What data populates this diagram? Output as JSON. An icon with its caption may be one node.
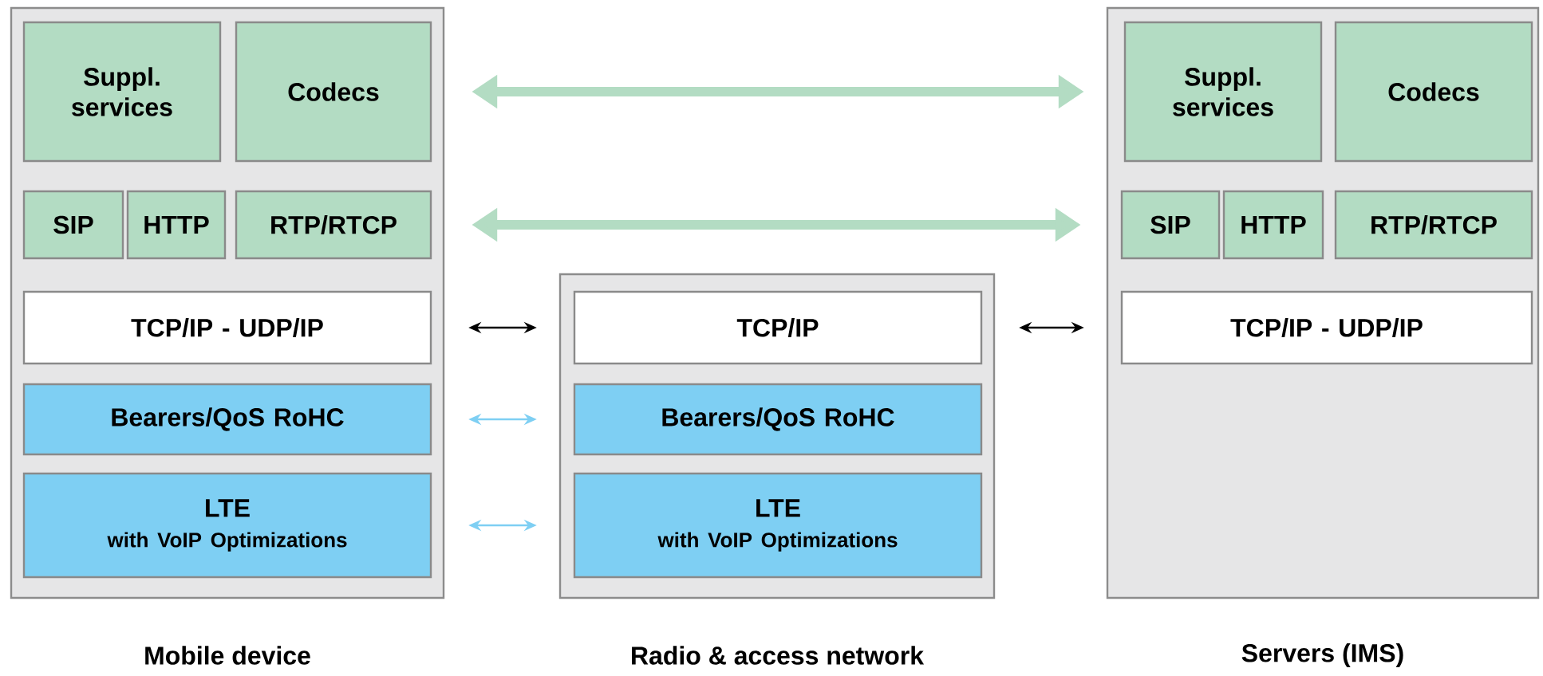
{
  "diagram": {
    "nodes": [
      {
        "text": [
          "Mobile device"
        ]
      },
      {
        "text": [
          "Suppl. services"
        ],
        "in": 0
      },
      {
        "text": [
          "Codecs"
        ],
        "in": 0
      },
      {
        "text": [
          "SIP"
        ],
        "in": 0
      },
      {
        "text": [
          "HTTP"
        ],
        "in": 0
      },
      {
        "text": [
          "RTP/RTCP"
        ],
        "in": 0
      },
      {
        "text": [
          "TCP/IP - UDP/IP"
        ],
        "in": 0
      },
      {
        "text": [
          "Bearers/QoS RoHC"
        ],
        "in": 0
      },
      {
        "text": [
          "LTE",
          "with VoIP Optimizations"
        ],
        "in": 0
      },
      {
        "text": [
          "Radio & access network"
        ]
      },
      {
        "text": [
          "TCP/IP"
        ],
        "in": 9
      },
      {
        "text": [
          "Bearers/QoS RoHC"
        ],
        "in": 9
      },
      {
        "text": [
          "LTE",
          "with VoIP Optimizations"
        ],
        "in": 9
      },
      {
        "text": [
          "Servers (IMS)"
        ]
      },
      {
        "text": [
          "Suppl. services"
        ],
        "in": 13
      },
      {
        "text": [
          "Codecs"
        ],
        "in": 13
      },
      {
        "text": [
          "SIP"
        ],
        "in": 13
      },
      {
        "text": [
          "HTTP"
        ],
        "in": 13
      },
      {
        "text": [
          "RTP/RTCP"
        ],
        "in": 13
      },
      {
        "text": [
          "TCP/IP - UDP/IP"
        ],
        "in": 13
      }
    ],
    "edges": [
      {
        "from": 2,
        "to": 14,
        "arrow": "both",
        "style": "thick",
        "color": "#b3dcc3"
      },
      {
        "from": 5,
        "to": 16,
        "arrow": "both",
        "style": "thick",
        "color": "#b3dcc3"
      },
      {
        "from": 6,
        "to": 10,
        "arrow": "both",
        "color": "#000000"
      },
      {
        "from": 10,
        "to": 19,
        "arrow": "both",
        "color": "#000000"
      },
      {
        "from": 7,
        "to": 11,
        "arrow": "both",
        "color": "#7ecff3"
      },
      {
        "from": 8,
        "to": 12,
        "arrow": "both",
        "color": "#7ecff3"
      }
    ]
  }
}
